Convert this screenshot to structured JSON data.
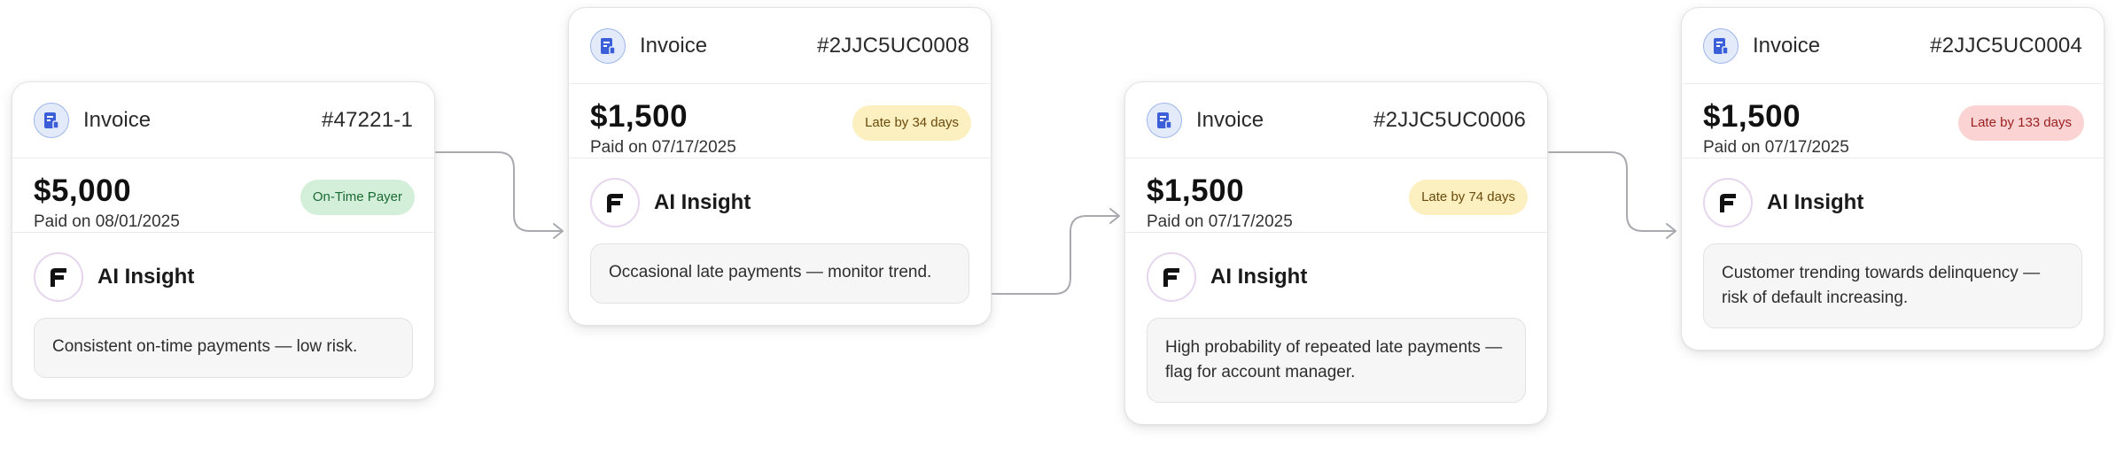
{
  "cards": [
    {
      "title": "Invoice",
      "number": "#47221-1",
      "amount": "$5,000",
      "paid": "Paid on 08/01/2025",
      "badge": "On-Time Payer",
      "badge_color": "#d3efd9",
      "insight_title": "AI Insight",
      "insight_text": "Consistent on-time payments — low risk."
    },
    {
      "title": "Invoice",
      "number": "#2JJC5UC0008",
      "amount": "$1,500",
      "paid": "Paid on 07/17/2025",
      "badge": "Late by 34 days",
      "badge_color": "#fcefc0",
      "insight_title": "AI Insight",
      "insight_text": "Occasional late payments — monitor trend."
    },
    {
      "title": "Invoice",
      "number": "#2JJC5UC0006",
      "amount": "$1,500",
      "paid": "Paid on 07/17/2025",
      "badge": "Late by 74 days",
      "badge_color": "#fcefc0",
      "insight_title": "AI Insight",
      "insight_text": "High probability of repeated late payments — flag for account manager."
    },
    {
      "title": "Invoice",
      "number": "#2JJC5UC0004",
      "amount": "$1,500",
      "paid": "Paid on 07/17/2025",
      "badge": "Late by 133 days",
      "badge_color": "#fbd3d3",
      "insight_title": "AI Insight",
      "insight_text": "Customer trending towards delinquency — risk of default increasing."
    }
  ],
  "icons": {
    "invoice": "invoice-icon",
    "ai_logo": "ai-logo-icon",
    "connector": "arrow-connector"
  }
}
